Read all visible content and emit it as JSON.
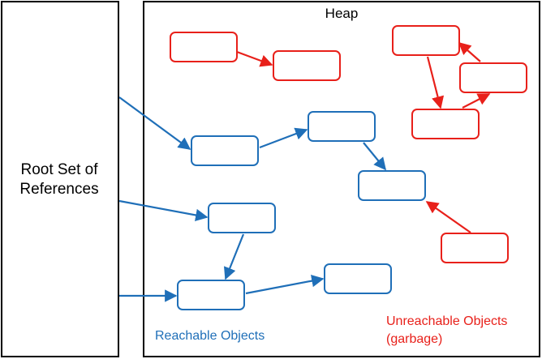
{
  "root_set": {
    "label_line1": "Root Set of",
    "label_line2": "References"
  },
  "heap": {
    "title": "Heap"
  },
  "captions": {
    "reachable": "Reachable Objects",
    "unreachable_line1": "Unreachable Objects",
    "unreachable_line2": "(garbage)"
  },
  "colors": {
    "reachable": "#1f6fb8",
    "garbage": "#e8201a",
    "border": "#000000"
  }
}
